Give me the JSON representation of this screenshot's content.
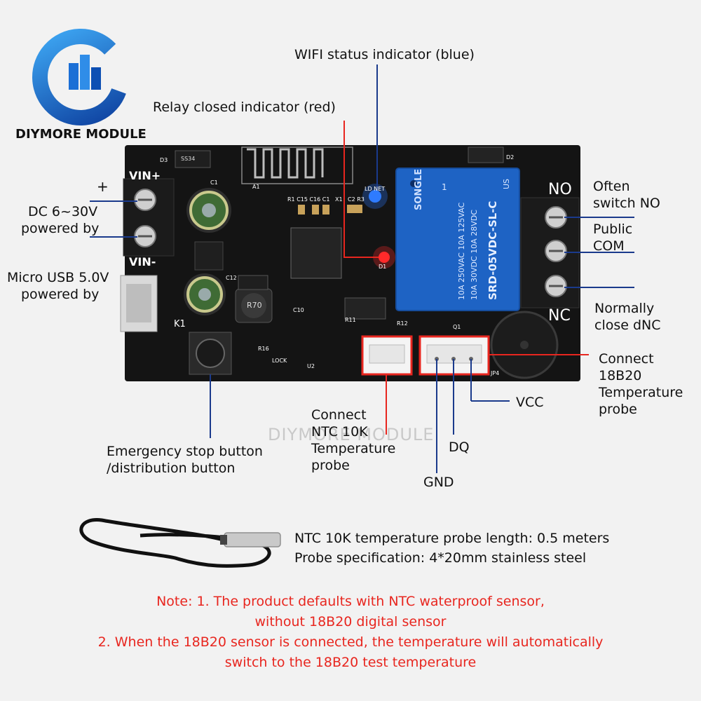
{
  "brand": {
    "name": "DIYMORE MODULE",
    "watermark": "DIYMORE MODULE"
  },
  "labels": {
    "wifi_indicator": "WIFI status indicator (blue)",
    "relay_indicator": "Relay closed indicator (red)",
    "plus": "+",
    "dc_power_1": "DC 6~30V",
    "dc_power_2": "powered by",
    "usb_power_1": "Micro USB 5.0V",
    "usb_power_2": "powered by",
    "no_1": "Often",
    "no_2": "switch NO",
    "com_1": "Public",
    "com_2": "COM",
    "nc_1": "Normally",
    "nc_2": "close dNC",
    "ds18b20_1": "Connect",
    "ds18b20_2": "18B20",
    "ds18b20_3": "Temperature",
    "ds18b20_4": "probe",
    "vcc": "VCC",
    "dq": "DQ",
    "gnd": "GND",
    "ntc_1": "Connect",
    "ntc_2": "NTC 10K",
    "ntc_3": "Temperature",
    "ntc_4": "probe",
    "button_1": "Emergency stop button",
    "button_2": "/distribution button"
  },
  "board_silkscreen": {
    "vin_plus": "VIN+",
    "vin_minus": "VIN-",
    "no": "NO",
    "nc": "NC",
    "k1": "K1",
    "a1": "A1",
    "d3": "D3",
    "d2": "D2",
    "d1": "D1",
    "c1": "C1",
    "c12": "C12",
    "c10": "C10",
    "r1c15c16c1": "R1 C15 C16 C1",
    "x1": "X1",
    "c2r3": "C2 R3",
    "led_net": "LD  NET",
    "u2": "U2",
    "lock": "LOCK",
    "r16": "R16",
    "r11": "R11",
    "r12": "R12",
    "q1": "Q1",
    "jp4": "JP4",
    "inductor": "R70",
    "ic_d3": "SS34"
  },
  "relay": {
    "brand": "SONGLE",
    "rating_1": "10A 250VAC  10A 125VAC",
    "rating_2": "10A  30VDC  10A 28VDC",
    "model": "SRD-05VDC-SL-C",
    "us": "US",
    "number": "1"
  },
  "probe_info": {
    "line1": "NTC 10K temperature probe length: 0.5 meters",
    "line2": "Probe specification: 4*20mm stainless steel"
  },
  "notes": {
    "line1": "Note: 1. The product defaults with NTC waterproof sensor,",
    "line2": "without 18B20 digital sensor",
    "line3": "2. When the 18B20 sensor is connected, the temperature will automatically",
    "line4": "switch to the 18B20 test temperature"
  },
  "colors": {
    "background": "#f2f2f2",
    "pcb": "#141414",
    "relay_blue": "#1e63c4",
    "callout_line": "#1a3a8c",
    "highlight_red": "#e8261f",
    "led_blue": "#2f7bff",
    "led_red": "#ff2a2a",
    "logo_blue": "#1b6fd6"
  }
}
